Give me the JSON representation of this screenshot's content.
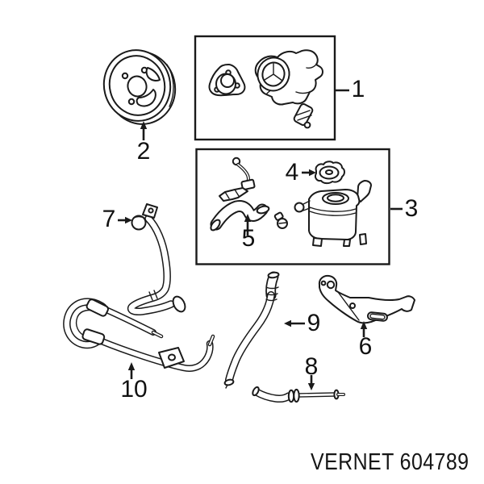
{
  "diagram": {
    "callouts": [
      {
        "label": "1"
      },
      {
        "label": "2"
      },
      {
        "label": "3"
      },
      {
        "label": "4"
      },
      {
        "label": "5"
      },
      {
        "label": "6"
      },
      {
        "label": "7"
      },
      {
        "label": "8"
      },
      {
        "label": "9"
      },
      {
        "label": "10"
      }
    ],
    "watermark_text": "VERNET 604789"
  }
}
